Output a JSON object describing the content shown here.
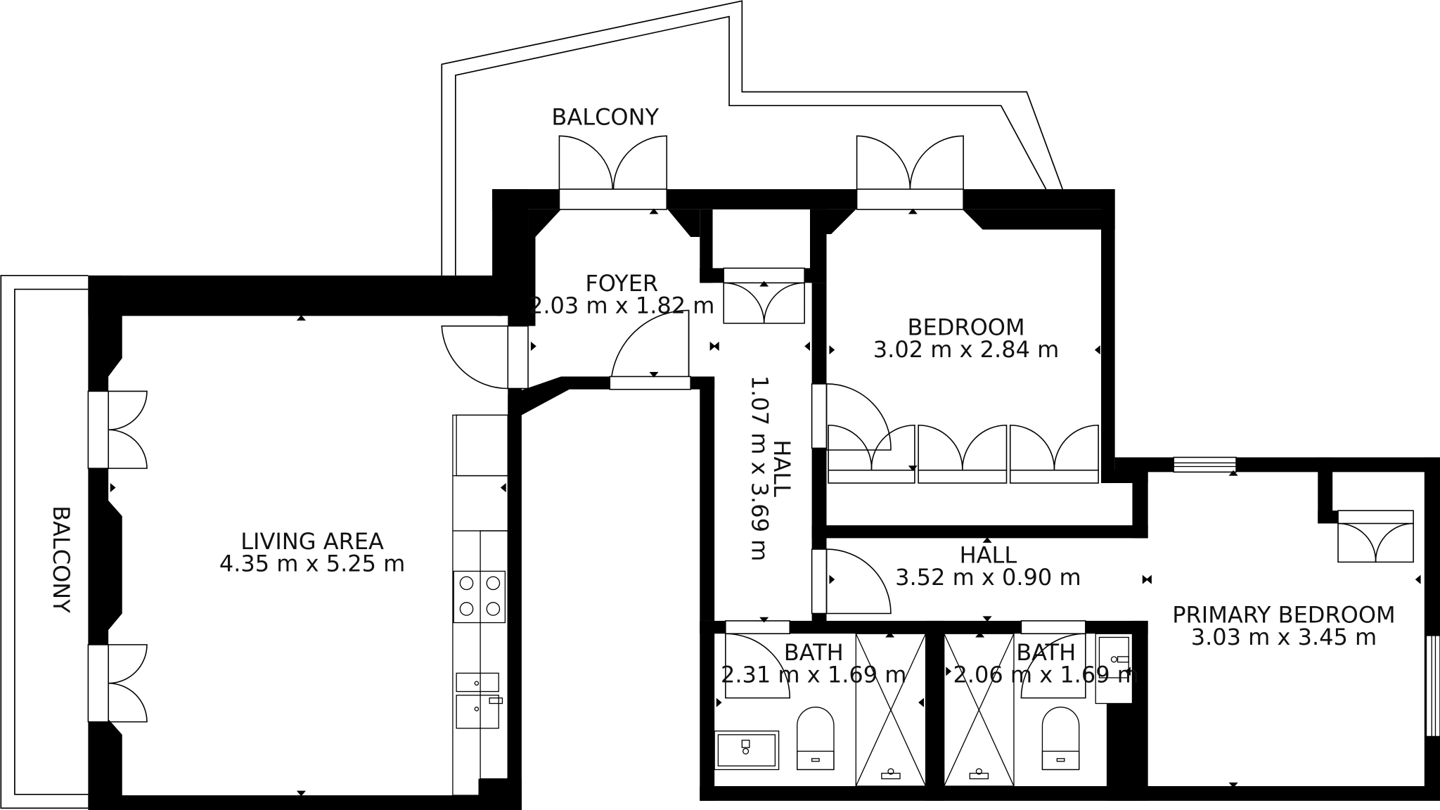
{
  "plan": {
    "wall_color": "#000000",
    "background_color": "#ffffff",
    "rooms": [
      {
        "id": "balcony-top",
        "name": "BALCONY",
        "size": ""
      },
      {
        "id": "balcony-left",
        "name": "BALCONY",
        "size": ""
      },
      {
        "id": "foyer",
        "name": "FOYER",
        "size": "2.03 m x 1.82 m"
      },
      {
        "id": "bedroom",
        "name": "BEDROOM",
        "size": "3.02 m x 2.84 m"
      },
      {
        "id": "hall-vertical",
        "name": "HALL",
        "size": "1.07 m x 3.69 m"
      },
      {
        "id": "living-area",
        "name": "LIVING AREA",
        "size": "4.35 m x 5.25 m"
      },
      {
        "id": "hall-horizontal",
        "name": "HALL",
        "size": "3.52 m x 0.90 m"
      },
      {
        "id": "primary-bedroom",
        "name": "PRIMARY BEDROOM",
        "size": "3.03 m x 3.45 m"
      },
      {
        "id": "bath-1",
        "name": "BATH",
        "size": "2.31 m x 1.69 m"
      },
      {
        "id": "bath-2",
        "name": "BATH",
        "size": "2.06 m x 1.69 m"
      }
    ]
  }
}
